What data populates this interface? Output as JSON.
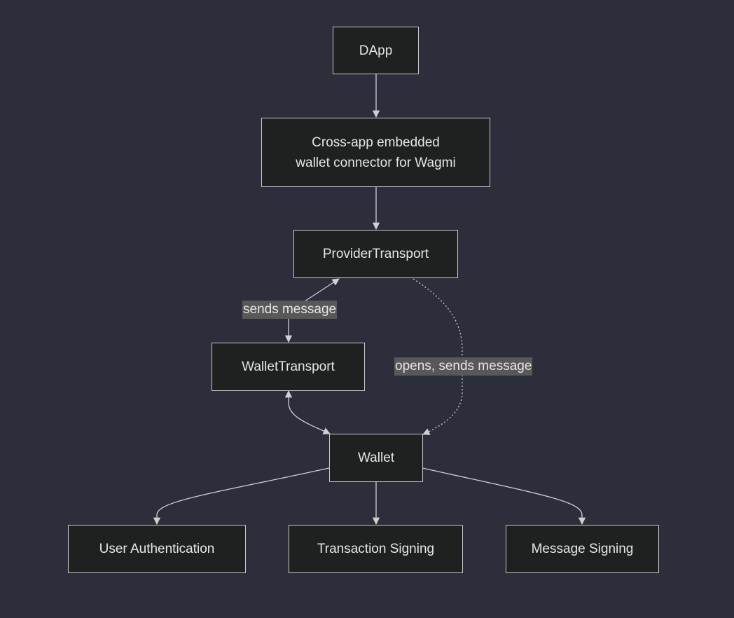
{
  "diagram": {
    "nodes": {
      "dapp": "DApp",
      "connector_line1": "Cross-app embedded",
      "connector_line2": "wallet connector for Wagmi",
      "provider_transport": "ProviderTransport",
      "wallet_transport": "WalletTransport",
      "wallet": "Wallet",
      "user_auth": "User Authentication",
      "tx_signing": "Transaction Signing",
      "msg_signing": "Message Signing"
    },
    "edge_labels": {
      "sends_message": "sends message",
      "opens_sends_message": "opens, sends message"
    },
    "colors": {
      "background": "#2c2f3b",
      "node_fill": "#1f2020",
      "node_border": "#c9c9c9",
      "edge": "#d0d0d0",
      "label_bg": "#585858",
      "text": "#e6e6e6"
    }
  }
}
